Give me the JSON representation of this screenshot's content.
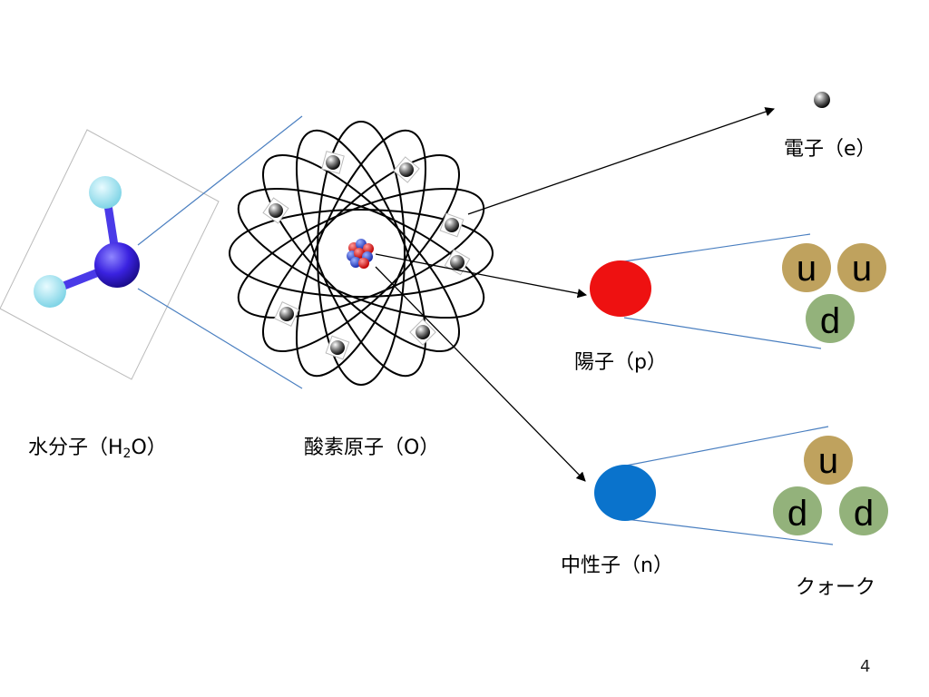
{
  "labels": {
    "water": {
      "prefix": "水分子（H",
      "sub": "2",
      "suffix": "O）"
    },
    "oxygen": "酸素原子（O）",
    "electron": "電子（e）",
    "proton": "陽子（p）",
    "neutron": "中性子（n）",
    "quark": "クォーク"
  },
  "proton_quarks": [
    "u",
    "u",
    "d"
  ],
  "neutron_quarks": [
    "u",
    "d",
    "d"
  ],
  "page_number": "4",
  "colors": {
    "proton": "#ee1111",
    "neutron": "#0a73cc",
    "quark_u": "#bfa25e",
    "quark_d": "#93b27b",
    "hydrogen": "#9fe3f0",
    "oxygen_atom": "#3d24e0",
    "zoom_line": "#4a7fc0"
  }
}
